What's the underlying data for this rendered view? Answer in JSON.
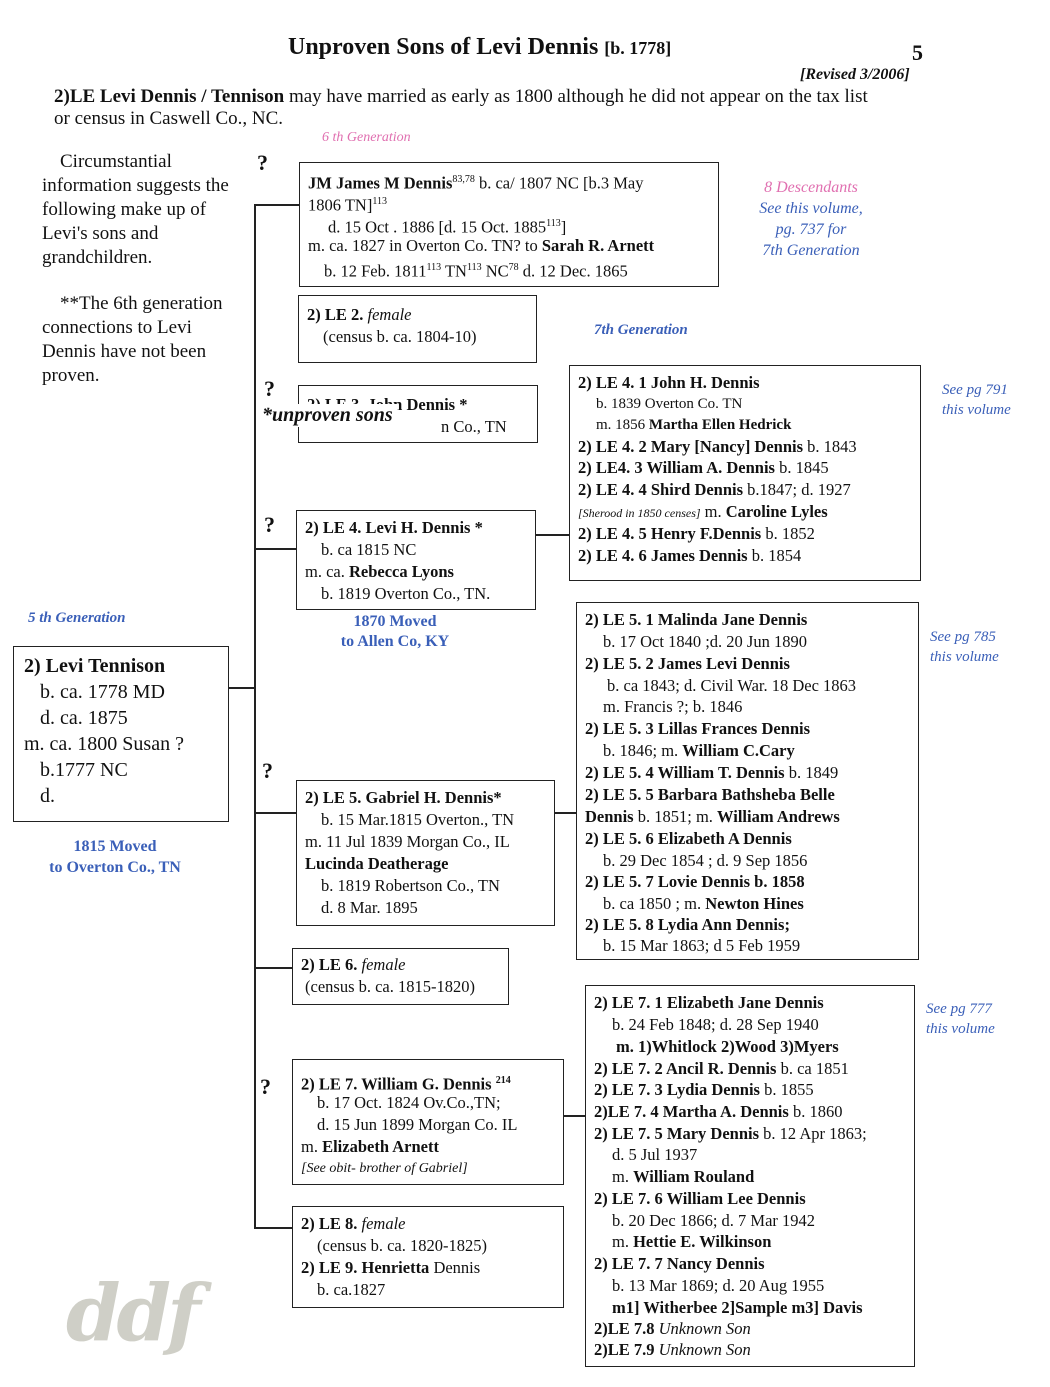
{
  "header": {
    "title": "Unproven Sons of Levi Dennis",
    "title_b": "[b. 1778]",
    "page_number": "5",
    "revised": "[Revised 3/2006]",
    "intro_bold": "2)LE Levi  Dennis / Tennison",
    "intro_rest": " may have married as early as 1800 although he did not appear on the tax list",
    "intro_line2": "or census in Caswell Co., NC."
  },
  "generations": {
    "gen6": "6 th Generation",
    "gen7": "7th Generation",
    "gen5": "5 th Generation"
  },
  "notes": {
    "circ": [
      "Circumstantial",
      "information suggests the",
      "following make up of",
      "Levi's sons and",
      "grandchildren."
    ],
    "six": [
      "**The 6th generation",
      "connections to Levi",
      "Dennis have not been",
      "proven."
    ],
    "unproven": "*unproven sons",
    "moved_allen": [
      "1870 Moved",
      "to Allen Co, KY"
    ],
    "moved_overton": [
      "1815 Moved",
      "to Overton Co., TN"
    ],
    "descendants": [
      "8 Descendants",
      "See this volume,",
      "pg. 737 for",
      "7th Generation"
    ],
    "see791": [
      "See pg 791",
      "this volume"
    ],
    "see785": [
      "See pg 785",
      "this volume"
    ],
    "see777": [
      "See pg 777",
      "this volume"
    ],
    "watermark": "ddf",
    "qmark": "?"
  },
  "root": {
    "lines": [
      "2) Levi Tennison",
      "b. ca. 1778  MD",
      "d. ca. 1875",
      "m. ca. 1800  Susan ?",
      "b.1777 NC",
      "d."
    ]
  },
  "james": {
    "l1a": "JM  James M Dennis",
    "l1sup": "83,78",
    "l1b": " b. ca/ 1807 NC [b.3 May",
    "l2a": "1806 TN]",
    "l2sup": "113",
    "l3a": "d.  15 Oct . 1886 [d. 15 Oct. 1885",
    "l3sup": "113",
    "l3b": "]",
    "l4a": "m. ca. 1827 in Overton Co. TN? to ",
    "l4b": "Sarah R. Arnett",
    "l5a": "b. 12 Feb. 1811",
    "l5s1": "113",
    "l5b": " TN",
    "l5s2": "113",
    "l5c": " NC",
    "l5s3": "78",
    "l5d": "  d. 12 Dec. 1865"
  },
  "le2": {
    "l1a": "2) LE 2. ",
    "l1b": "female",
    "l2": "(census b. ca. 1804-10)"
  },
  "le3": {
    "l1": "2) LE 3.   John  Dennis *",
    "l2": "n Co., TN"
  },
  "le4": {
    "l1": "2) LE 4.  Levi H.  Dennis *",
    "l2": "b. ca 1815 NC",
    "l3a": "m. ca. ",
    "l3b": "Rebecca Lyons",
    "l4": "b. 1819 Overton Co., TN."
  },
  "le5": {
    "l1": "2) LE 5.  Gabriel H. Dennis*",
    "l2": "b. 15 Mar.1815 Overton., TN",
    "l3": "m. 11 Jul 1839 Morgan Co., IL",
    "l4": "Lucinda Deatherage",
    "l5": "b. 1819 Robertson Co., TN",
    "l6": "d. 8 Mar. 1895"
  },
  "le6": {
    "l1a": "2) LE 6. ",
    "l1b": "female",
    "l2": "(census b. ca. 1815-1820)"
  },
  "le7": {
    "l1": "2) LE 7.  William G. Dennis",
    "l1sup": "214",
    "l2": "b. 17 Oct. 1824 Ov.Co.,TN;",
    "l3": "d. 15 Jun 1899 Morgan Co. IL",
    "l4a": "m. ",
    "l4b": "Elizabeth Arnett",
    "l5": "[See obit- brother of Gabriel]"
  },
  "le8": {
    "l1a": "2) LE 8. ",
    "l1b": "female",
    "l2": "(census b. ca. 1820-1825)",
    "l3a": "2) LE 9.  Henrietta",
    "l3b": " Dennis",
    "l4": "b. ca.1827"
  },
  "c4": {
    "l1": "2) LE 4. 1  John H.  Dennis",
    "l2": "b. 1839 Overton Co. TN",
    "l3a": "m. 1856 ",
    "l3b": "Martha Ellen Hedrick",
    "l4a": "2) LE 4. 2  Mary [Nancy] Dennis",
    "l4b": "  b. 1843",
    "l5a": "2) LE4. 3  William A. Dennis",
    "l5b": " b. 1845",
    "l6a": "2) LE 4. 4  Shird Dennis",
    "l6b": " b.1847; d. 1927",
    "l7a": "[Sherood in 1850 censes]",
    "l7b": "  m. ",
    "l7c": "Caroline Lyles",
    "l8a": "2) LE 4. 5  Henry F.Dennis",
    "l8b": " b. 1852",
    "l9a": "2) LE 4. 6  James Dennis",
    "l9b": " b. 1854"
  },
  "c5": {
    "l1": "2) LE 5. 1 Malinda Jane Dennis",
    "l2": "b. 17 Oct 1840 ;d. 20 Jun 1890",
    "l3": "2) LE 5. 2  James Levi Dennis",
    "l4": "b. ca 1843; d. Civil War.  18 Dec 1863",
    "l5": "m. Francis ?; b. 1846",
    "l6": "2) LE 5. 3 Lillas Frances Dennis",
    "l7a": "b. 1846; m. ",
    "l7b": "William C.Cary",
    "l8a": "2) LE 5. 4  William T. Dennis",
    "l8b": "  b. 1849",
    "l9": "2) LE 5. 5  Barbara  Bathsheba Belle",
    "l10a": "Dennis",
    "l10b": " b. 1851; m. ",
    "l10c": "William Andrews",
    "l11": "2) LE 5. 6  Elizabeth A Dennis",
    "l12": "b. 29 Dec 1854 ; d. 9 Sep 1856",
    "l13": "2) LE 5. 7  Lovie Dennis b. 1858",
    "l14a": "b. ca 1850 ; m. ",
    "l14b": "Newton Hines",
    "l15": "2) LE 5. 8  Lydia Ann Dennis;",
    "l16": "b. 15 Mar 1863; d 5 Feb 1959"
  },
  "c7": {
    "l1": "2) LE 7. 1 Elizabeth Jane Dennis",
    "l2": "b. 24 Feb 1848; d. 28 Sep 1940",
    "l3": "m. 1)Whitlock 2)Wood 3)Myers",
    "l4a": "2) LE 7. 2  Ancil R. Dennis",
    "l4b": " b. ca 1851",
    "l5a": "2) LE 7. 3 Lydia Dennis",
    "l5b": " b. 1855",
    "l6a": "2)LE 7. 4 Martha A. Dennis",
    "l6b": " b. 1860",
    "l7a": "2) LE 7. 5 Mary Dennis",
    "l7b": " b. 12 Apr 1863;",
    "l8": "d. 5 Jul 1937",
    "l9a": "m. ",
    "l9b": "William Rouland",
    "l10": "2) LE 7. 6 William Lee Dennis",
    "l11": "b. 20 Dec 1866; d. 7 Mar 1942",
    "l12a": "m. ",
    "l12b": "Hettie E. Wilkinson",
    "l13": "2) LE 7. 7  Nancy Dennis",
    "l14": "b. 13 Mar 1869; d. 20 Aug 1955",
    "l15": "m1] Witherbee 2]Sample m3] Davis",
    "l16a": "2)LE 7.8  ",
    "l16b": "Unknown Son",
    "l17a": "2)LE 7.9  ",
    "l17b": "Unknown Son"
  }
}
